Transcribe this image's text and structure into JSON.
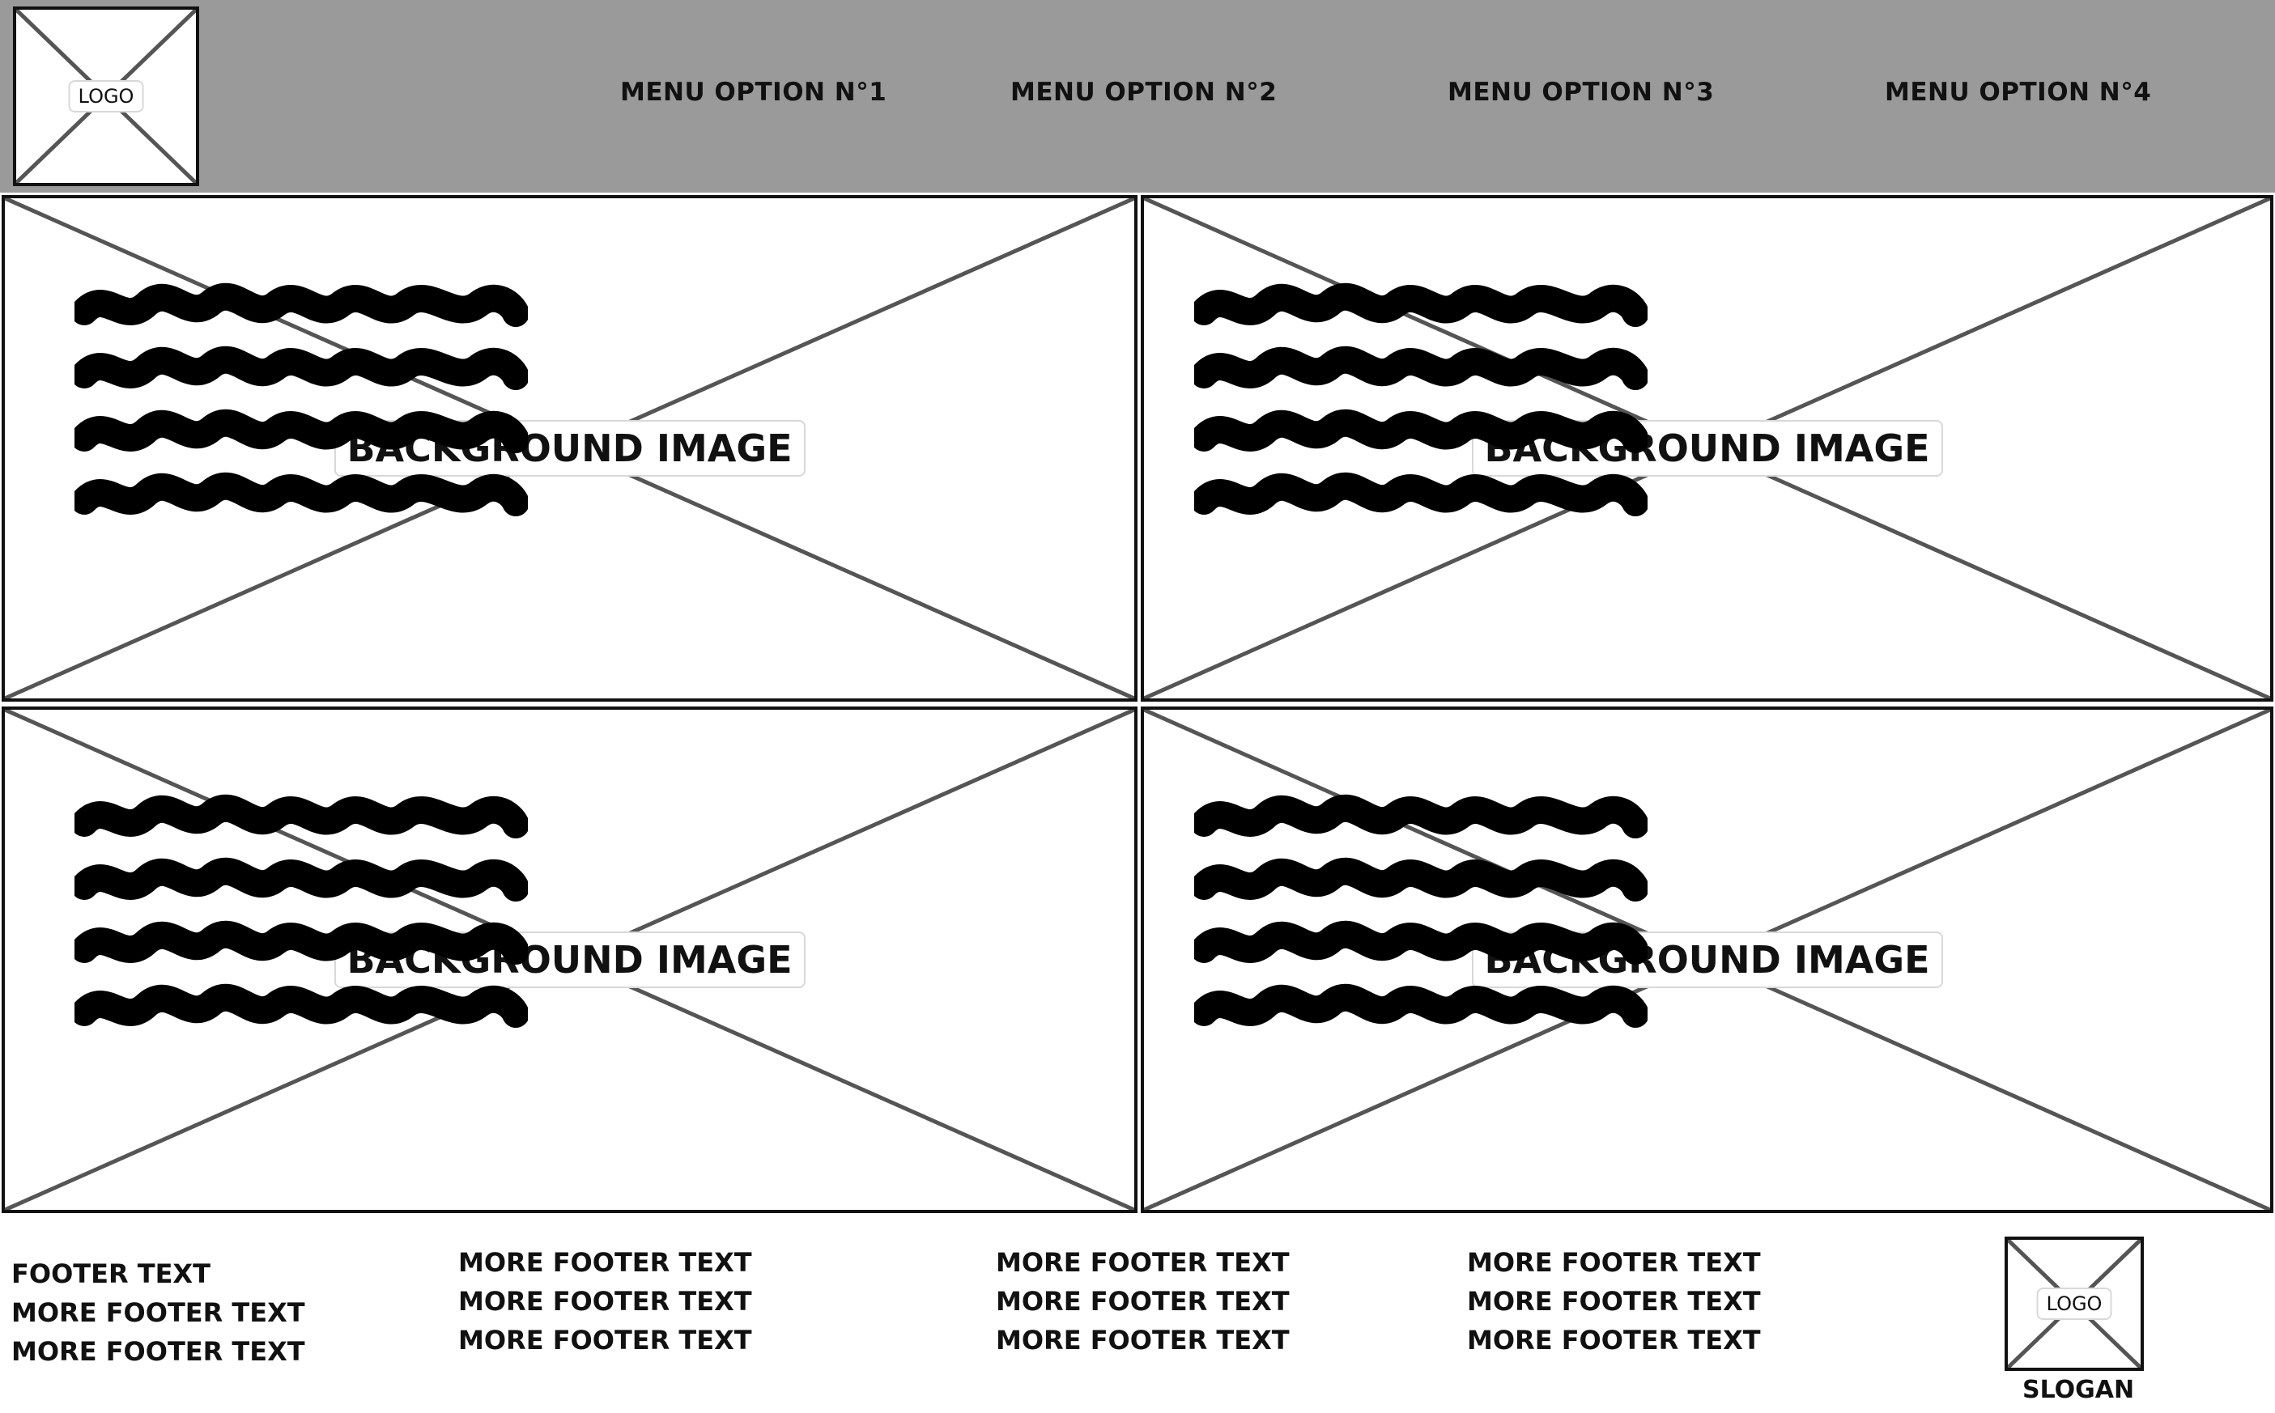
{
  "header": {
    "logo_label": "LOGO",
    "menu": [
      {
        "label": "MENU OPTION N°1"
      },
      {
        "label": "MENU OPTION N°2"
      },
      {
        "label": "MENU OPTION N°3"
      },
      {
        "label": "MENU OPTION N°4"
      }
    ]
  },
  "tiles": [
    {
      "label": "BACKGROUND IMAGE"
    },
    {
      "label": "BACKGROUND IMAGE"
    },
    {
      "label": "BACKGROUND IMAGE"
    },
    {
      "label": "BACKGROUND IMAGE"
    }
  ],
  "footer": {
    "col1": [
      "FOOTER TEXT",
      "MORE FOOTER TEXT",
      "MORE FOOTER TEXT"
    ],
    "col2": [
      "MORE FOOTER TEXT",
      "MORE FOOTER TEXT",
      "MORE FOOTER TEXT"
    ],
    "col3": [
      "MORE FOOTER TEXT",
      "MORE FOOTER TEXT",
      "MORE FOOTER TEXT"
    ],
    "col4": [
      "MORE FOOTER TEXT",
      "MORE FOOTER TEXT",
      "MORE FOOTER TEXT"
    ],
    "logo_label": "LOGO",
    "slogan": "SLOGAN"
  },
  "colors": {
    "header_bg": "#9a9a9a",
    "border": "#111111",
    "placeholder_cross": "#555555",
    "scribble": "#000000"
  }
}
